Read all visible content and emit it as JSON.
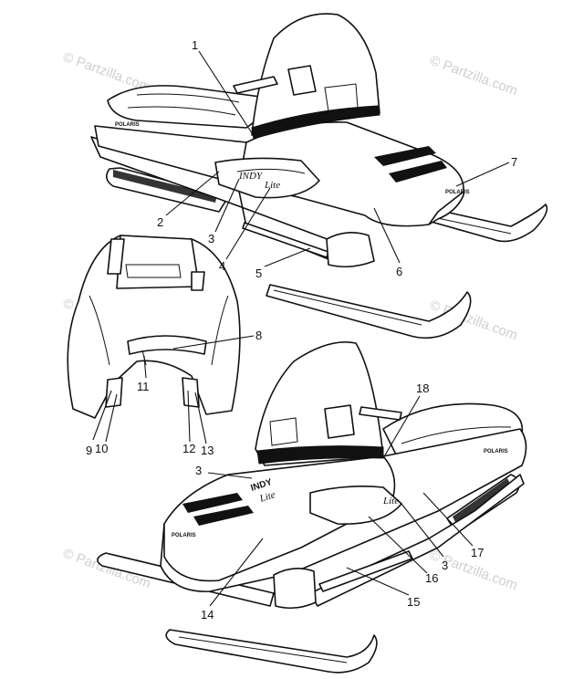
{
  "watermark": "© Partzilla.com",
  "brand_badge": "POLARIS",
  "model_script": "INDY",
  "model_suffix": "Lite",
  "callouts": {
    "c1": "1",
    "c2": "2",
    "c3a": "3",
    "c4": "4",
    "c5": "5",
    "c6": "6",
    "c7": "7",
    "c8": "8",
    "c9": "9",
    "c10": "10",
    "c11": "11",
    "c12": "12",
    "c13": "13",
    "c14": "14",
    "c15": "15",
    "c16": "16",
    "c17": "17",
    "c18": "18",
    "c3b": "3",
    "c3c": "3"
  }
}
